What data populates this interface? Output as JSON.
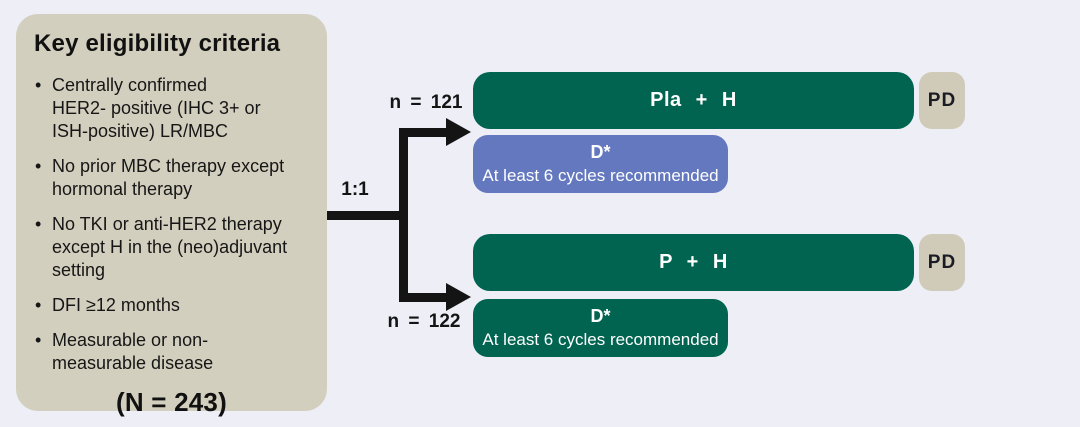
{
  "colors": {
    "background": "#EDEEF6",
    "panel_tan": "#D3CFBE",
    "pd_tan": "#D0CBB9",
    "arm_green": "#006450",
    "chemo_blue": "#6378BE",
    "connector_black": "#141414",
    "text_dark": "#161616",
    "text_white": "#FFFFFF"
  },
  "eligibility": {
    "title": "Key eligibility criteria",
    "bullets": [
      {
        "lines": [
          "Centrally confirmed",
          "HER2- positive (IHC 3+ or",
          "ISH-positive) LR/MBC"
        ]
      },
      {
        "lines": [
          "No prior MBC therapy except",
          "hormonal therapy"
        ]
      },
      {
        "lines": [
          "No TKI or anti-HER2 therapy",
          "except H in the (neo)adjuvant",
          "setting"
        ]
      },
      {
        "lines": [
          "DFI ≥12 months"
        ]
      },
      {
        "lines": [
          "Measurable or non-",
          "measurable disease"
        ]
      }
    ],
    "enrollment": "(N = 243)"
  },
  "randomization": {
    "ratio": "1:1",
    "arms": [
      {
        "n_label": "n = 121",
        "treatment": "Pla + H",
        "chemo_title": "D*",
        "chemo_note": "At least 6 cycles recommended",
        "endpoint": "PD"
      },
      {
        "n_label": "n = 122",
        "treatment": "P + H",
        "chemo_title": "D*",
        "chemo_note": "At least 6 cycles recommended",
        "endpoint": "PD"
      }
    ]
  }
}
